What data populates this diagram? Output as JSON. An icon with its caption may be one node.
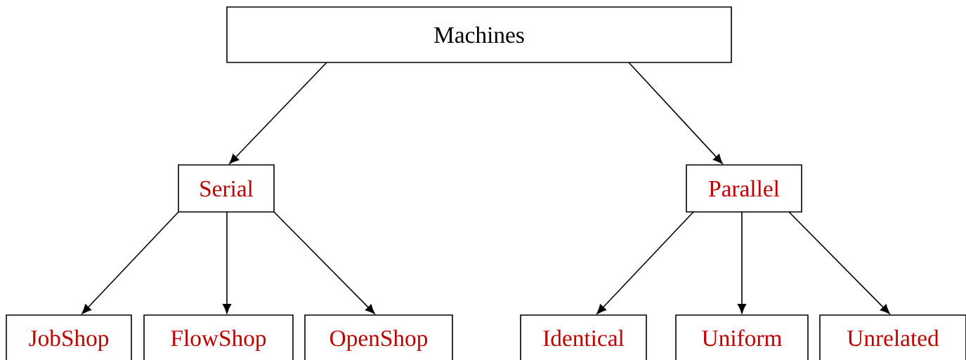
{
  "diagram": {
    "nodes": [
      {
        "text": [
          "Machines"
        ]
      },
      {
        "text": [
          "Serial"
        ]
      },
      {
        "text": [
          "Parallel"
        ]
      },
      {
        "text": [
          "JobShop"
        ]
      },
      {
        "text": [
          "FlowShop"
        ]
      },
      {
        "text": [
          "OpenShop"
        ]
      },
      {
        "text": [
          "Identical"
        ]
      },
      {
        "text": [
          "Uniform"
        ]
      },
      {
        "text": [
          "Unrelated"
        ]
      }
    ],
    "edges": [
      {
        "from": 0,
        "to": 1,
        "arrow": "to"
      },
      {
        "from": 0,
        "to": 2,
        "arrow": "to"
      },
      {
        "from": 1,
        "to": 3,
        "arrow": "to"
      },
      {
        "from": 1,
        "to": 4,
        "arrow": "to"
      },
      {
        "from": 1,
        "to": 5,
        "arrow": "to"
      },
      {
        "from": 2,
        "to": 6,
        "arrow": "to"
      },
      {
        "from": 2,
        "to": 7,
        "arrow": "to"
      },
      {
        "from": 2,
        "to": 8,
        "arrow": "to"
      }
    ]
  }
}
